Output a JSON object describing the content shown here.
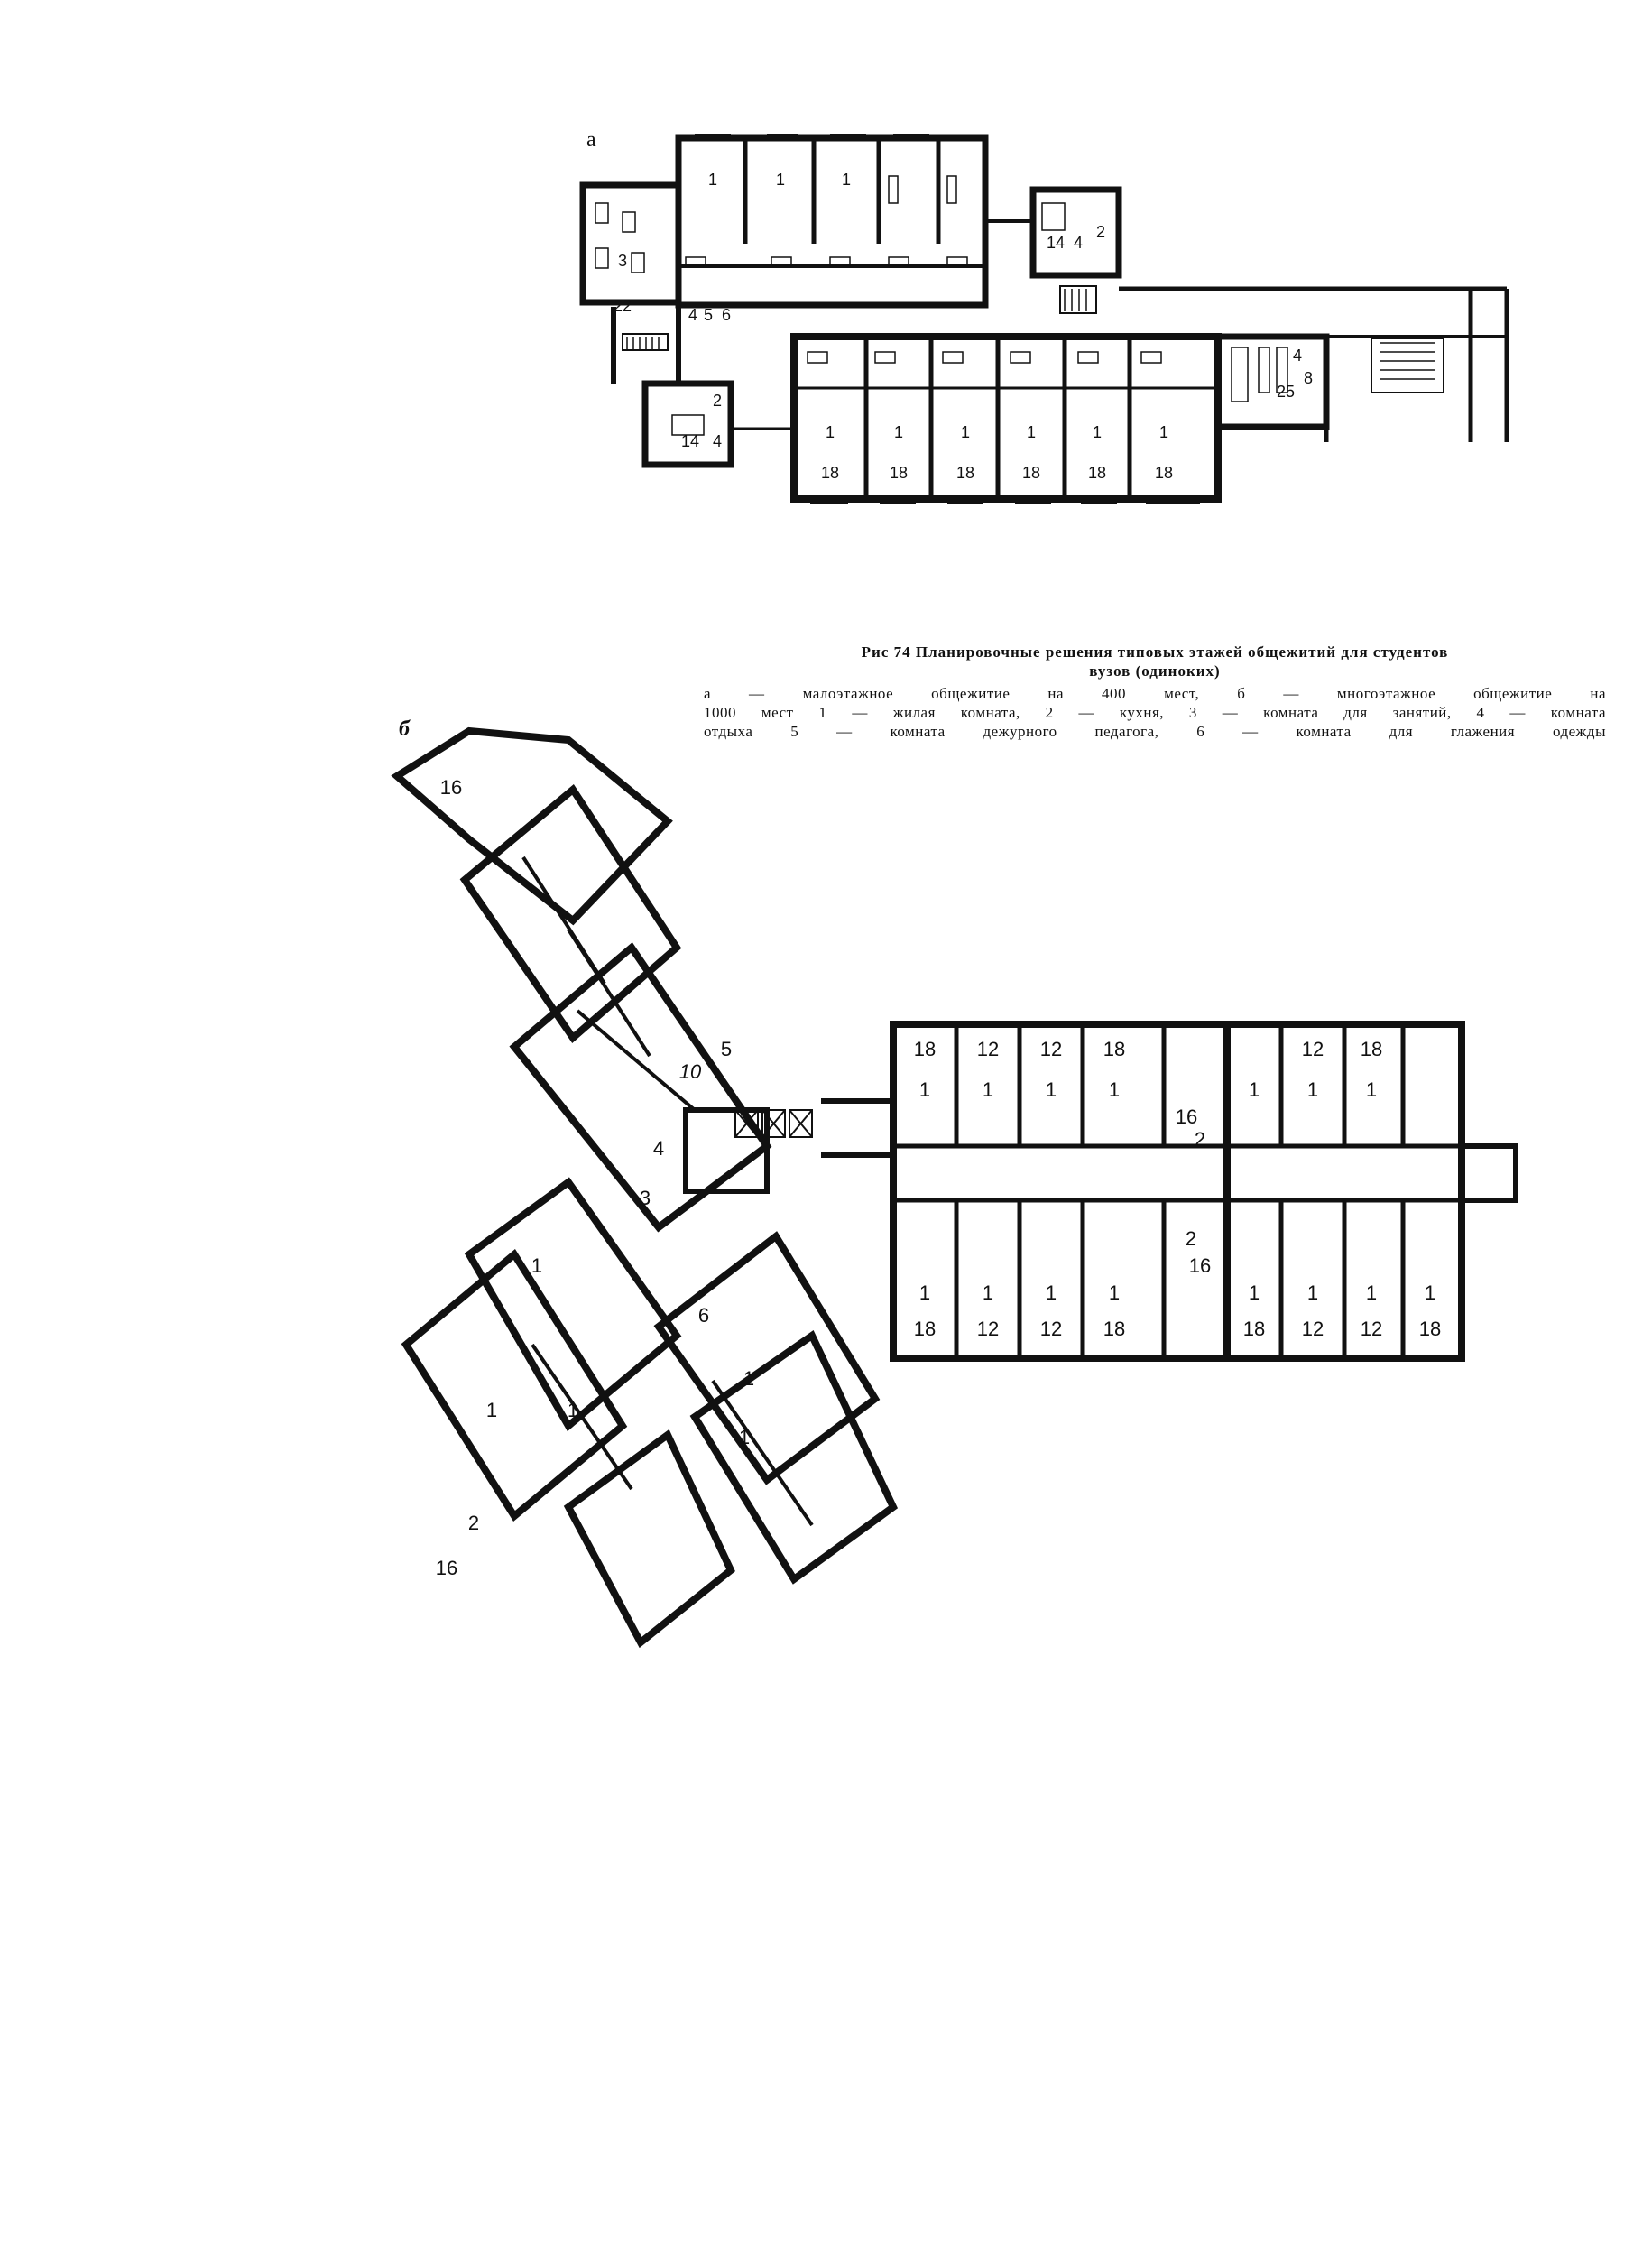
{
  "figure": {
    "panel_a_letter": "а",
    "panel_b_letter": "б",
    "caption_title_line1": "Рис  74  Планировочные  решения  типовых  этажей  общежитий  для  студентов",
    "caption_title_line2": "вузов (одиноких)",
    "legend_line1": "а — малоэтажное  общежитие  на  400  мест,  б — многоэтажное  общежитие  на",
    "legend_line2": "1000 мест  1 — жилая комната,  2 — кухня,  3 — комната для занятий,  4 — комната",
    "legend_line3": "отдыха   5 — комната  дежурного  педагога,  6 — комната  для  глажения  одежды"
  },
  "plan_a": {
    "top_rooms": [
      "1",
      "1",
      "1"
    ],
    "bottom_rooms": [
      "1",
      "1",
      "1",
      "1",
      "1",
      "1"
    ],
    "bottom_areas": [
      "18",
      "18",
      "18",
      "18",
      "18",
      "18"
    ],
    "left_block_labels": [
      "3",
      "22",
      "4",
      "5",
      "6"
    ],
    "kitchen_left_labels": [
      "2",
      "14",
      "4"
    ],
    "kitchen_right_labels": [
      "14",
      "4",
      "2"
    ],
    "lounge_labels": [
      "4",
      "25",
      "8"
    ]
  },
  "plan_b": {
    "east_top_numbers": [
      "18",
      "12",
      "12",
      "18",
      "12",
      "18"
    ],
    "east_top_rooms": [
      "1",
      "1",
      "1",
      "1",
      "1",
      "1",
      "1"
    ],
    "east_bottom_rooms": [
      "1",
      "1",
      "1",
      "1",
      "1",
      "1",
      "1",
      "1"
    ],
    "east_bottom_numbers": [
      "18",
      "12",
      "12",
      "18",
      "18",
      "12",
      "12",
      "18"
    ],
    "kitchen_top": [
      "16",
      "2"
    ],
    "kitchen_bottom": [
      "2",
      "16"
    ],
    "hub_labels": [
      "5",
      "10",
      "4",
      "3",
      "6"
    ],
    "wing_nw_labels": [
      "16"
    ],
    "wing_sw_labels": [
      "1",
      "1",
      "1",
      "2",
      "16"
    ],
    "wing_s_labels": [
      "1",
      "1"
    ]
  }
}
